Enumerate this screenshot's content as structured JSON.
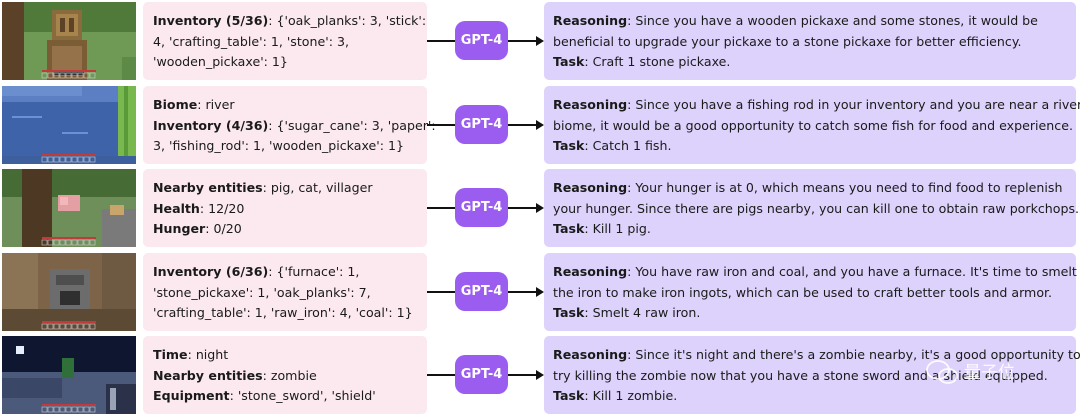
{
  "agent_label": "GPT-4",
  "rows": [
    {
      "scene": "crafting-table",
      "state_lines": [
        {
          "key": "Inventory (5/36)",
          "text": ": {'oak_planks': 3, 'stick':"
        },
        {
          "key": "",
          "text": "4, 'crafting_table': 1, 'stone': 3,"
        },
        {
          "key": "",
          "text": "'wooden_pickaxe': 1}"
        }
      ],
      "task_lines": [
        {
          "key": "Reasoning",
          "text": ": Since you have a wooden pickaxe and some stones, it would be"
        },
        {
          "key": "",
          "text": "beneficial to upgrade your pickaxe to a stone pickaxe for better efficiency."
        },
        {
          "key": "Task",
          "text": ": Craft 1 stone pickaxe."
        }
      ]
    },
    {
      "scene": "river",
      "state_lines": [
        {
          "key": "Biome",
          "text": ": river"
        },
        {
          "key": "Inventory (4/36)",
          "text": ": {'sugar_cane': 3, 'paper':"
        },
        {
          "key": "",
          "text": "3, 'fishing_rod': 1, 'wooden_pickaxe': 1}"
        }
      ],
      "task_lines": [
        {
          "key": "Reasoning",
          "text": ": Since you have a fishing rod in your inventory and you are near a river"
        },
        {
          "key": "",
          "text": "biome, it would be a good opportunity to catch some fish for food and experience."
        },
        {
          "key": "Task",
          "text": ": Catch 1 fish."
        }
      ]
    },
    {
      "scene": "forest-pig",
      "state_lines": [
        {
          "key": "Nearby entities",
          "text": ": pig, cat, villager"
        },
        {
          "key": "Health",
          "text": ": 12/20"
        },
        {
          "key": "Hunger",
          "text": ": 0/20"
        }
      ],
      "task_lines": [
        {
          "key": "Reasoning",
          "text": ": Your hunger is at 0, which means you need to find food to replenish"
        },
        {
          "key": "",
          "text": "your hunger. Since there are pigs nearby, you can kill one to obtain raw porkchops."
        },
        {
          "key": "Task",
          "text": ": Kill 1 pig."
        }
      ]
    },
    {
      "scene": "furnace",
      "state_lines": [
        {
          "key": "Inventory (6/36)",
          "text": ": {'furnace': 1,"
        },
        {
          "key": "",
          "text": "'stone_pickaxe': 1, 'oak_planks': 7,"
        },
        {
          "key": "",
          "text": "'crafting_table': 1, 'raw_iron': 4, 'coal': 1}"
        }
      ],
      "task_lines": [
        {
          "key": "Reasoning",
          "text": ": You have raw iron and coal, and you have a furnace. It's time to smelt"
        },
        {
          "key": "",
          "text": "the iron to make iron ingots, which can be used to craft better tools and armor."
        },
        {
          "key": "Task",
          "text": ": Smelt 4 raw iron."
        }
      ]
    },
    {
      "scene": "night",
      "state_lines": [
        {
          "key": "Time",
          "text": ": night"
        },
        {
          "key": "Nearby entities",
          "text": ": zombie"
        },
        {
          "key": "Equipment",
          "text": ": 'stone_sword', 'shield'"
        }
      ],
      "task_lines": [
        {
          "key": "Reasoning",
          "text": ": Since it's night and there's a zombie nearby, it's a good opportunity to"
        },
        {
          "key": "",
          "text": "try killing the zombie now that you have a stone sword and a shield equipped."
        },
        {
          "key": "Task",
          "text": ": Kill 1 zombie."
        }
      ]
    }
  ],
  "watermark": "量子位"
}
